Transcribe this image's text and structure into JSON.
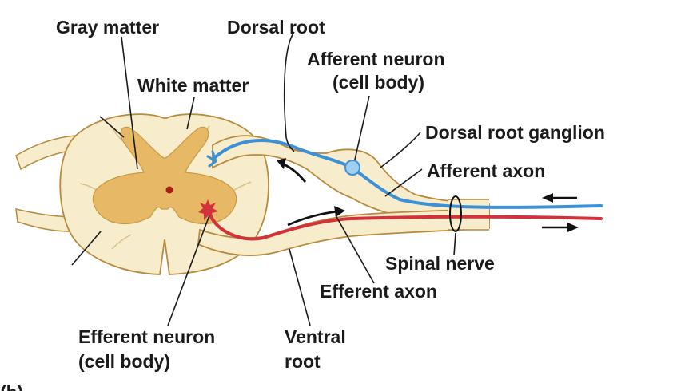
{
  "labels": {
    "gray_matter": "Gray matter",
    "dorsal_root": "Dorsal root",
    "afferent_neuron_line1": "Afferent neuron",
    "afferent_neuron_line2": "(cell body)",
    "white_matter": "White matter",
    "dorsal_root_ganglion": "Dorsal root ganglion",
    "afferent_axon": "Afferent axon",
    "spinal_nerve": "Spinal nerve",
    "efferent_axon": "Efferent axon",
    "efferent_neuron_line1": "Efferent neuron",
    "efferent_neuron_line2": "(cell body)",
    "ventral_root_line1": "Ventral",
    "ventral_root_line2": "root",
    "panel_letter": "(b)"
  },
  "colors": {
    "white_matter": "#f7eccb",
    "gray_matter": "#e7b866",
    "tissue_outline": "#b88a3c",
    "afferent_blue": "#3c91d6",
    "efferent_red": "#d2323a",
    "afferent_cell_body": "#9fd0f0",
    "efferent_cell_body": "#d2323a",
    "leader_line": "#1a1a1a"
  }
}
